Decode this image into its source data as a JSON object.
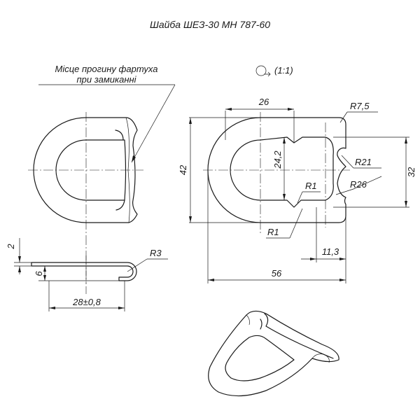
{
  "title": "Шайба ШЕЗ-30 МН 787-60",
  "note": {
    "line1": "Місце прогину фартуха",
    "line2": "при замиканні"
  },
  "scale": "(1:1)",
  "dimensions": {
    "d26": "26",
    "r7_5": "R7,5",
    "d42": "42",
    "d24_2": "24,2",
    "r21": "R21",
    "d32": "32",
    "r26": "R26",
    "r1_top": "R1",
    "r1_bottom": "R1",
    "d11_3": "11,3",
    "d56": "56",
    "d2": "2",
    "d6": "6",
    "r3": "R3",
    "d28": "28±0,8"
  }
}
